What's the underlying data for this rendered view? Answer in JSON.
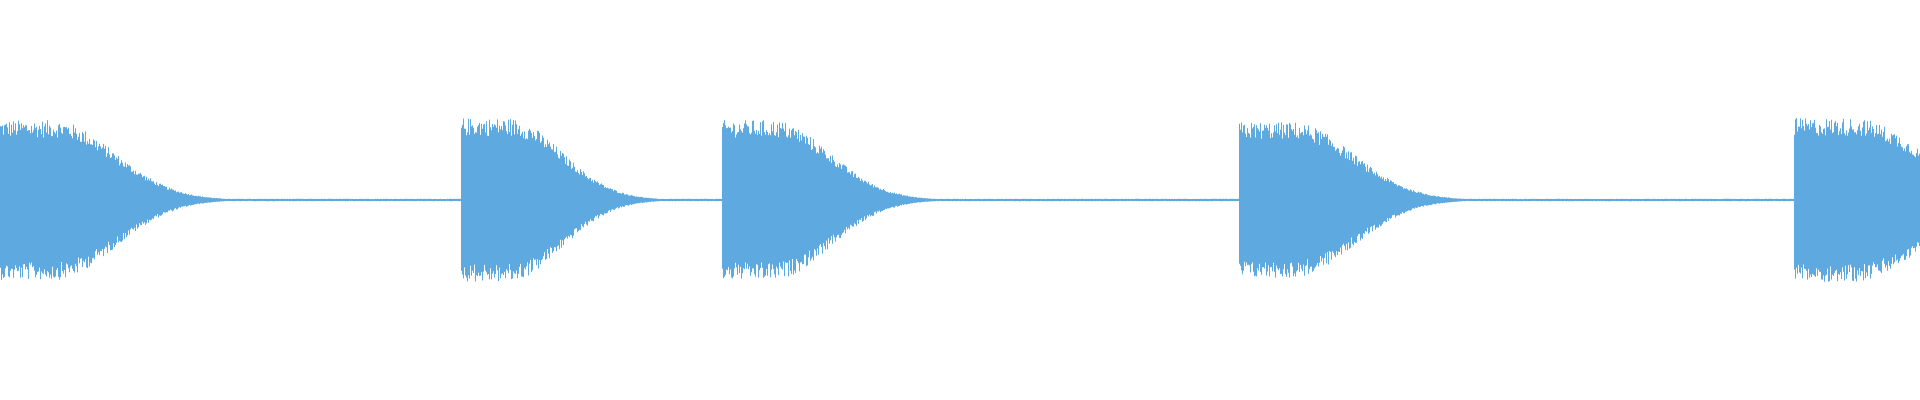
{
  "waveform": {
    "color": "#5DA9E0",
    "background": "#ffffff",
    "style": "symmetric amplitude envelope with decaying bursts",
    "bursts": [
      {
        "start": 0.0,
        "peak": 0.4,
        "decay": 0.08
      },
      {
        "start": 0.24,
        "peak": 0.41,
        "decay": 0.07
      },
      {
        "start": 0.376,
        "peak": 0.4,
        "decay": 0.075
      },
      {
        "start": 0.645,
        "peak": 0.39,
        "decay": 0.08
      },
      {
        "start": 0.934,
        "peak": 0.41,
        "decay": 0.09
      }
    ],
    "baseline_noise": 0.006
  }
}
